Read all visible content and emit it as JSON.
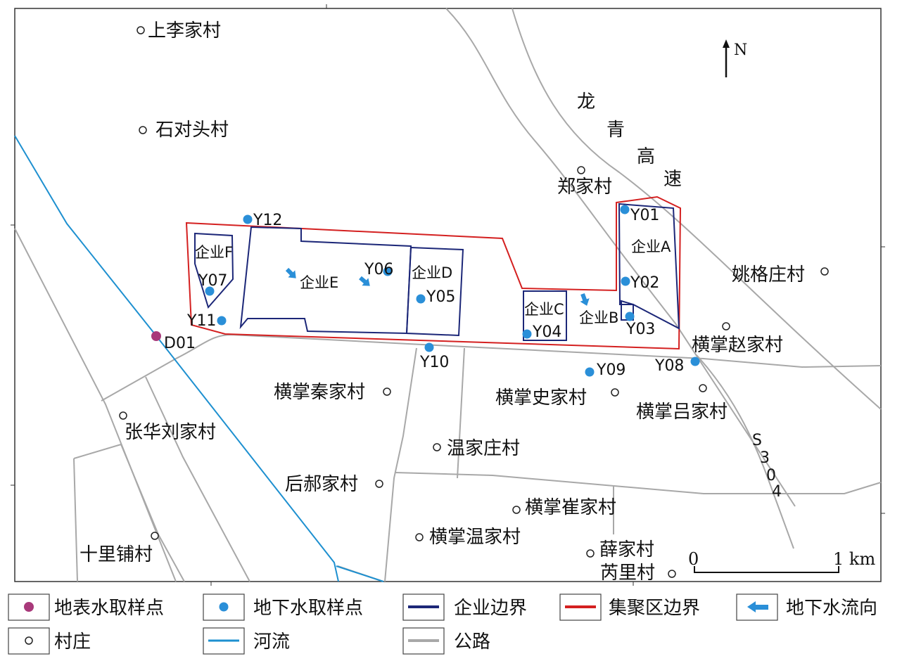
{
  "north_label": "N",
  "highway_chars": [
    "龙",
    "青",
    "高",
    "速"
  ],
  "route_chars": [
    "S",
    "3",
    "0",
    "4"
  ],
  "scale": {
    "zero": "0",
    "end": "1 km"
  },
  "enterprises": {
    "A": "企业A",
    "B": "企业B",
    "C": "企业C",
    "D": "企业D",
    "E": "企业E",
    "F": "企业F"
  },
  "surface_samples": [
    {
      "id": "D01"
    }
  ],
  "groundwater_samples": [
    {
      "id": "Y01"
    },
    {
      "id": "Y02"
    },
    {
      "id": "Y03"
    },
    {
      "id": "Y04"
    },
    {
      "id": "Y05"
    },
    {
      "id": "Y06"
    },
    {
      "id": "Y07"
    },
    {
      "id": "Y08"
    },
    {
      "id": "Y09"
    },
    {
      "id": "Y10"
    },
    {
      "id": "Y11"
    },
    {
      "id": "Y12"
    }
  ],
  "villages": [
    "上李家村",
    "石对头村",
    "郑家村",
    "姚格庄村",
    "横掌赵家村",
    "横掌秦家村",
    "横掌史家村",
    "横掌吕家村",
    "张华刘家村",
    "温家庄村",
    "后郝家村",
    "横掌崔家村",
    "横掌温家村",
    "十里铺村",
    "薛家村",
    "芮里村"
  ],
  "legend": {
    "surface_sample": "地表水取样点",
    "groundwater_sample": "地下水取样点",
    "enterprise_boundary": "企业边界",
    "cluster_boundary": "集聚区边界",
    "flow_direction": "地下水流向",
    "village": "村庄",
    "river": "河流",
    "road": "公路"
  },
  "colors": {
    "river": "#1e90d0",
    "road": "#a8a8a8",
    "enterprise_boundary": "#1c2778",
    "cluster_boundary": "#d42020",
    "groundwater_point": "#2a8fd8",
    "surface_point": "#a8397a",
    "flow_arrow": "#2a8fd8"
  }
}
